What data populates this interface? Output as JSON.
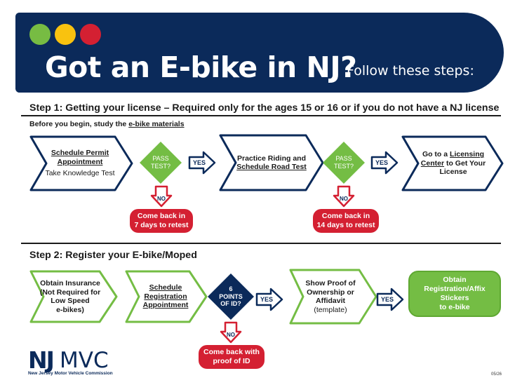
{
  "header": {
    "title": "Got an E-bike in NJ?",
    "subtitle": "Follow these steps:",
    "dot_colors": [
      "#77bc43",
      "#f9c20f",
      "#d42032"
    ]
  },
  "step1": {
    "heading": "Step 1: Getting your license – Required only for the ages 15 or 16 or if you do not have a NJ license",
    "before_prefix": "Before you begin, study the ",
    "before_link": "e-bike materials",
    "nodes": [
      {
        "line1": "Schedule Permit",
        "line2": "Appointment",
        "sub": "Take Knowledge Test"
      },
      {
        "line1": "Practice Riding and",
        "line2": "Schedule Road Test"
      },
      {
        "line1": "Go to a ",
        "link1": "Licensing",
        "line2a": "Center",
        "line2b": " to Get Your",
        "line3": "License"
      }
    ],
    "decision_1": {
      "line1": "PASS",
      "line2": "TEST?"
    },
    "decision_2": {
      "line1": "PASS",
      "line2": "TEST?"
    },
    "yes_label": "YES",
    "no_label": "NO",
    "retest_1": {
      "line1": "Come back in",
      "line2": "7 days to retest"
    },
    "retest_2": {
      "line1": "Come back in",
      "line2": "14 days to retest"
    }
  },
  "step2": {
    "heading": "Step 2: Register your E-bike/Moped",
    "nodes": [
      {
        "line1": "Obtain Insurance",
        "line2": "(Not Required for",
        "line3": "Low Speed",
        "line4": "e-bikes)"
      },
      {
        "line1": "Schedule",
        "line2": "Registration",
        "line3": "Appointment"
      },
      {
        "line1": "Show Proof of",
        "line2": "Ownership or",
        "line3": "Affidavit",
        "sub": "(template)"
      }
    ],
    "decision": {
      "line1": "6",
      "line2": "POINTS",
      "line3": "OF ID?"
    },
    "yes_label": "YES",
    "no_label": "NO",
    "retest": {
      "line1": "Come back with",
      "line2": "proof of ID"
    },
    "final": {
      "line1": "Obtain",
      "line2": "Registration/Affix Stickers",
      "line3": "to e-bike"
    }
  },
  "footer": {
    "logo_nj": "NJ",
    "logo_mvc": "MVC",
    "logo_caption": "New Jersey Motor Vehicle Commission",
    "date": "05/26"
  },
  "colors": {
    "navy": "#0b2a5a",
    "green": "#74bd44",
    "red": "#d42032"
  }
}
